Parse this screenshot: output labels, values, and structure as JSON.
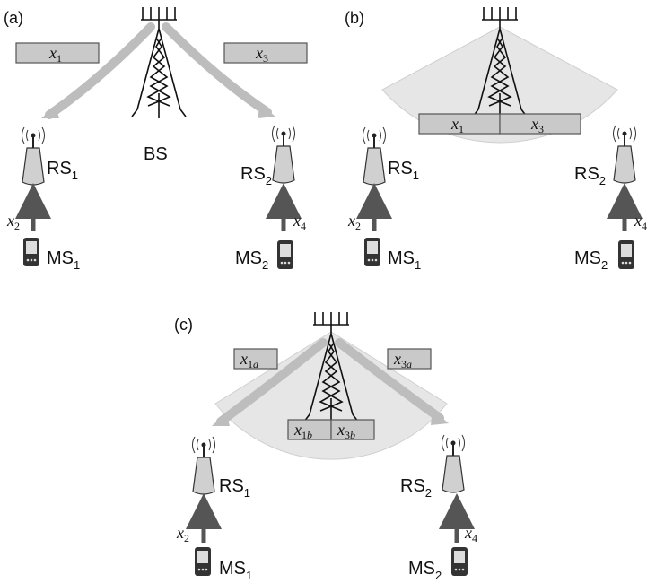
{
  "panels": {
    "a": {
      "label": "(a)",
      "bs_label": "BS",
      "x1": {
        "base": "x",
        "sub": "1"
      },
      "x3": {
        "base": "x",
        "sub": "3"
      },
      "x2": {
        "base": "x",
        "sub": "2"
      },
      "x4": {
        "base": "x",
        "sub": "4"
      },
      "rs1": {
        "base": "RS",
        "sub": "1"
      },
      "rs2": {
        "base": "RS",
        "sub": "2"
      },
      "ms1": {
        "base": "MS",
        "sub": "1"
      },
      "ms2": {
        "base": "MS",
        "sub": "2"
      }
    },
    "b": {
      "label": "(b)",
      "x1": {
        "base": "x",
        "sub": "1"
      },
      "x3": {
        "base": "x",
        "sub": "3"
      },
      "x2": {
        "base": "x",
        "sub": "2"
      },
      "x4": {
        "base": "x",
        "sub": "4"
      },
      "rs1": {
        "base": "RS",
        "sub": "1"
      },
      "rs2": {
        "base": "RS",
        "sub": "2"
      },
      "ms1": {
        "base": "MS",
        "sub": "1"
      },
      "ms2": {
        "base": "MS",
        "sub": "2"
      }
    },
    "c": {
      "label": "(c)",
      "x1a": {
        "base": "x",
        "sub": "1",
        "subi": "a"
      },
      "x3a": {
        "base": "x",
        "sub": "3",
        "subi": "a"
      },
      "x1b": {
        "base": "x",
        "sub": "1",
        "subi": "b"
      },
      "x3b": {
        "base": "x",
        "sub": "3",
        "subi": "b"
      },
      "x2": {
        "base": "x",
        "sub": "2"
      },
      "x4": {
        "base": "x",
        "sub": "4"
      },
      "rs1": {
        "base": "RS",
        "sub": "1"
      },
      "rs2": {
        "base": "RS",
        "sub": "2"
      },
      "ms1": {
        "base": "MS",
        "sub": "1"
      },
      "ms2": {
        "base": "MS",
        "sub": "2"
      }
    }
  },
  "colors": {
    "beam": "#bdbdbd",
    "sector": "#e6e6e6",
    "box": "#c9c9c9",
    "arrow": "#555555"
  }
}
